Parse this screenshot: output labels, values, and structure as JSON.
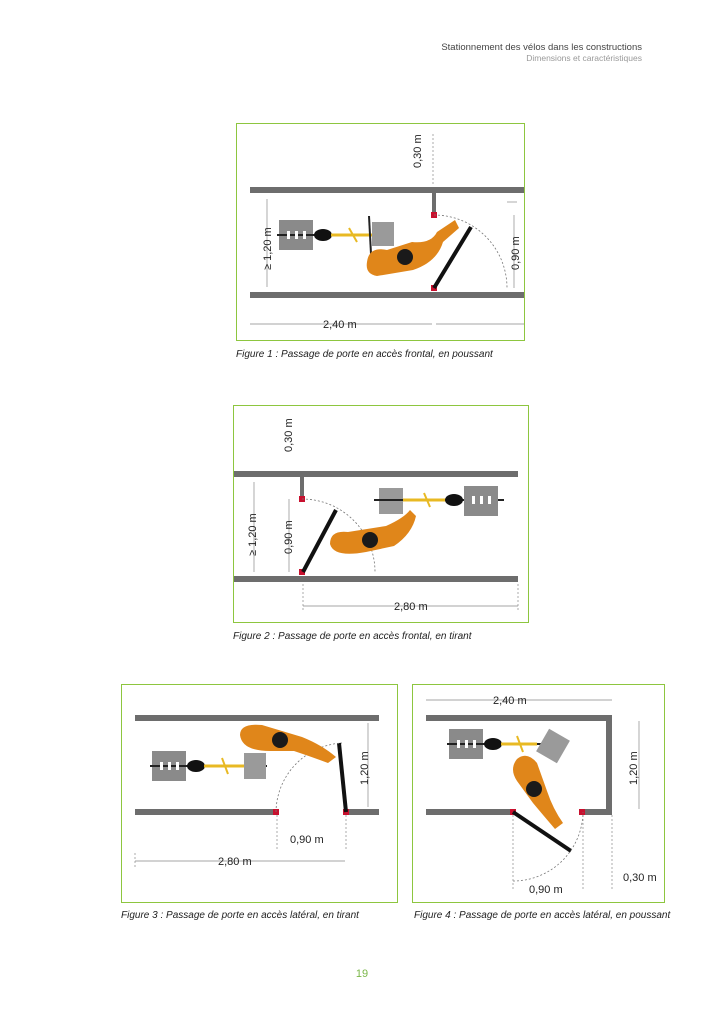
{
  "header": {
    "title": "Stationnement des vélos dans les constructions",
    "subtitle": "Dimensions et caractéristiques"
  },
  "figures": [
    {
      "caption": "Figure 1 : Passage de porte en accès frontal, en poussant",
      "dims": {
        "top": "0,30 m",
        "width": "≥ 1,20 m",
        "door": "0,90 m",
        "length": "2,40 m"
      }
    },
    {
      "caption": "Figure 2 : Passage de porte en accès frontal, en tirant",
      "dims": {
        "top": "0,30 m",
        "width": "≥ 1,20 m",
        "door": "0,90 m",
        "length": "2,80 m"
      }
    },
    {
      "caption": "Figure 3 : Passage de porte en accès latéral, en tirant",
      "dims": {
        "width": "1,20 m",
        "door": "0,90 m",
        "length": "2,80 m"
      }
    },
    {
      "caption": "Figure 4 : Passage de porte en accès latéral, en poussant",
      "dims": {
        "top": "2,40 m",
        "width": "1,20 m",
        "door": "0,90 m",
        "side": "0,30 m"
      }
    }
  ],
  "page_number": "19",
  "colors": {
    "frame": "#8dc63f",
    "wall": "#6d6d6d",
    "door": "#111111",
    "hinge": "#c8102e",
    "person": "#e0861a",
    "bike_frame": "#e8b923",
    "basket": "#9a9a9a"
  }
}
